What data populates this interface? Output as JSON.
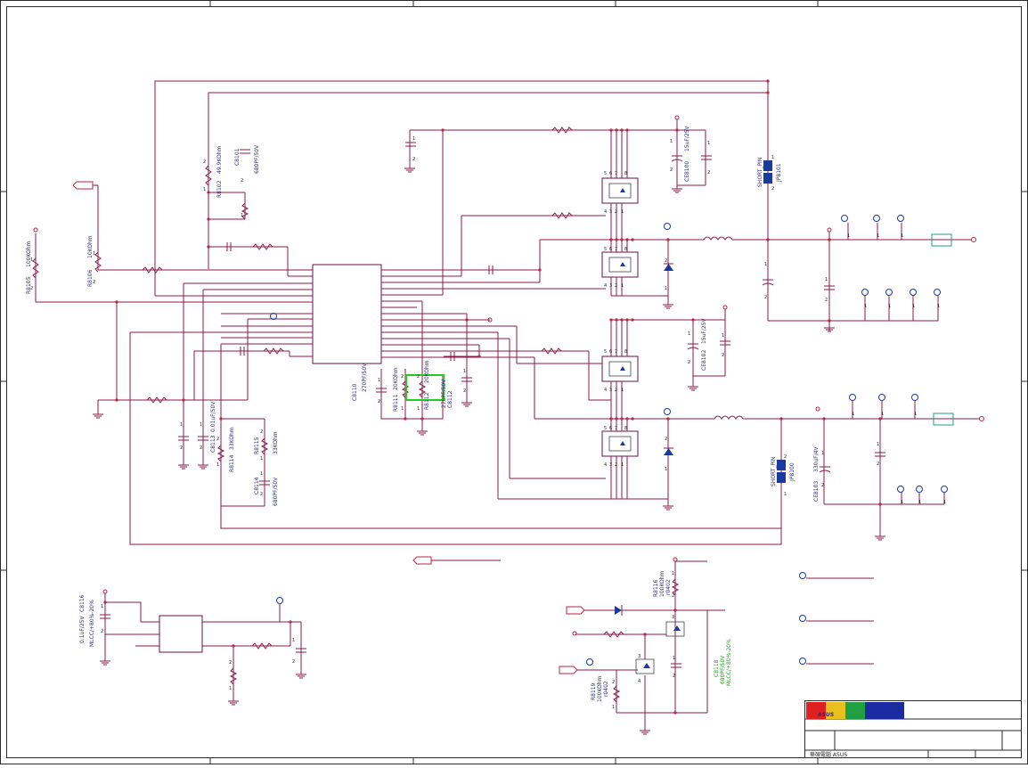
{
  "logo": {
    "text": "ASUS",
    "mark": "®"
  },
  "title_block": {
    "footer_text": "華碩電腦 ASUS"
  },
  "components": {
    "R8105": {
      "ref": "R8105",
      "value": "100KOhm"
    },
    "R8106": {
      "ref": "R8106",
      "value": "10KOhm"
    },
    "R8102": {
      "ref": "R8102",
      "value": "49.9KOhm"
    },
    "C8101": {
      "ref": "C8101",
      "value": "680PF/50V"
    },
    "CE8100": {
      "ref": "CE8100",
      "value": "15uF/25V"
    },
    "CE8102": {
      "ref": "CE8102",
      "value": "15uF/25V"
    },
    "JP8101": {
      "ref": "JP8101",
      "value": "SHORT_PIN"
    },
    "JP8100": {
      "ref": "JP8100",
      "value": "SHORT_PIN"
    },
    "C8110": {
      "ref": "C8110",
      "value": "270PF/50V"
    },
    "R8111": {
      "ref": "R8111",
      "value": "20KOhm"
    },
    "R8112": {
      "ref": "R8112",
      "value": "20KOhm"
    },
    "C8112": {
      "ref": "C8112",
      "value": "270PF/50V"
    },
    "C8113": {
      "ref": "C8113",
      "value": "0.01uF/50V"
    },
    "R8114": {
      "ref": "R8114",
      "value": "33KOhm"
    },
    "R8115": {
      "ref": "R8115",
      "value": "33KOhm"
    },
    "C8114": {
      "ref": "C8114",
      "value": "680PF/50V"
    },
    "CE8103": {
      "ref": "CE8103",
      "value": "330uF/4V"
    },
    "C8116": {
      "ref": "C8116",
      "value": "0.1uF/25V",
      "tolerance": "MLCC/+80%-20%"
    },
    "R8116": {
      "ref": "R8116",
      "value": "100KOhm",
      "package": "r0402"
    },
    "R8119": {
      "ref": "R8119",
      "value": "100KOhm",
      "package": "r0402"
    },
    "C8118": {
      "ref": "C8118",
      "value": "680PF/50V",
      "tolerance": "MLCC/+80%-20%"
    }
  }
}
